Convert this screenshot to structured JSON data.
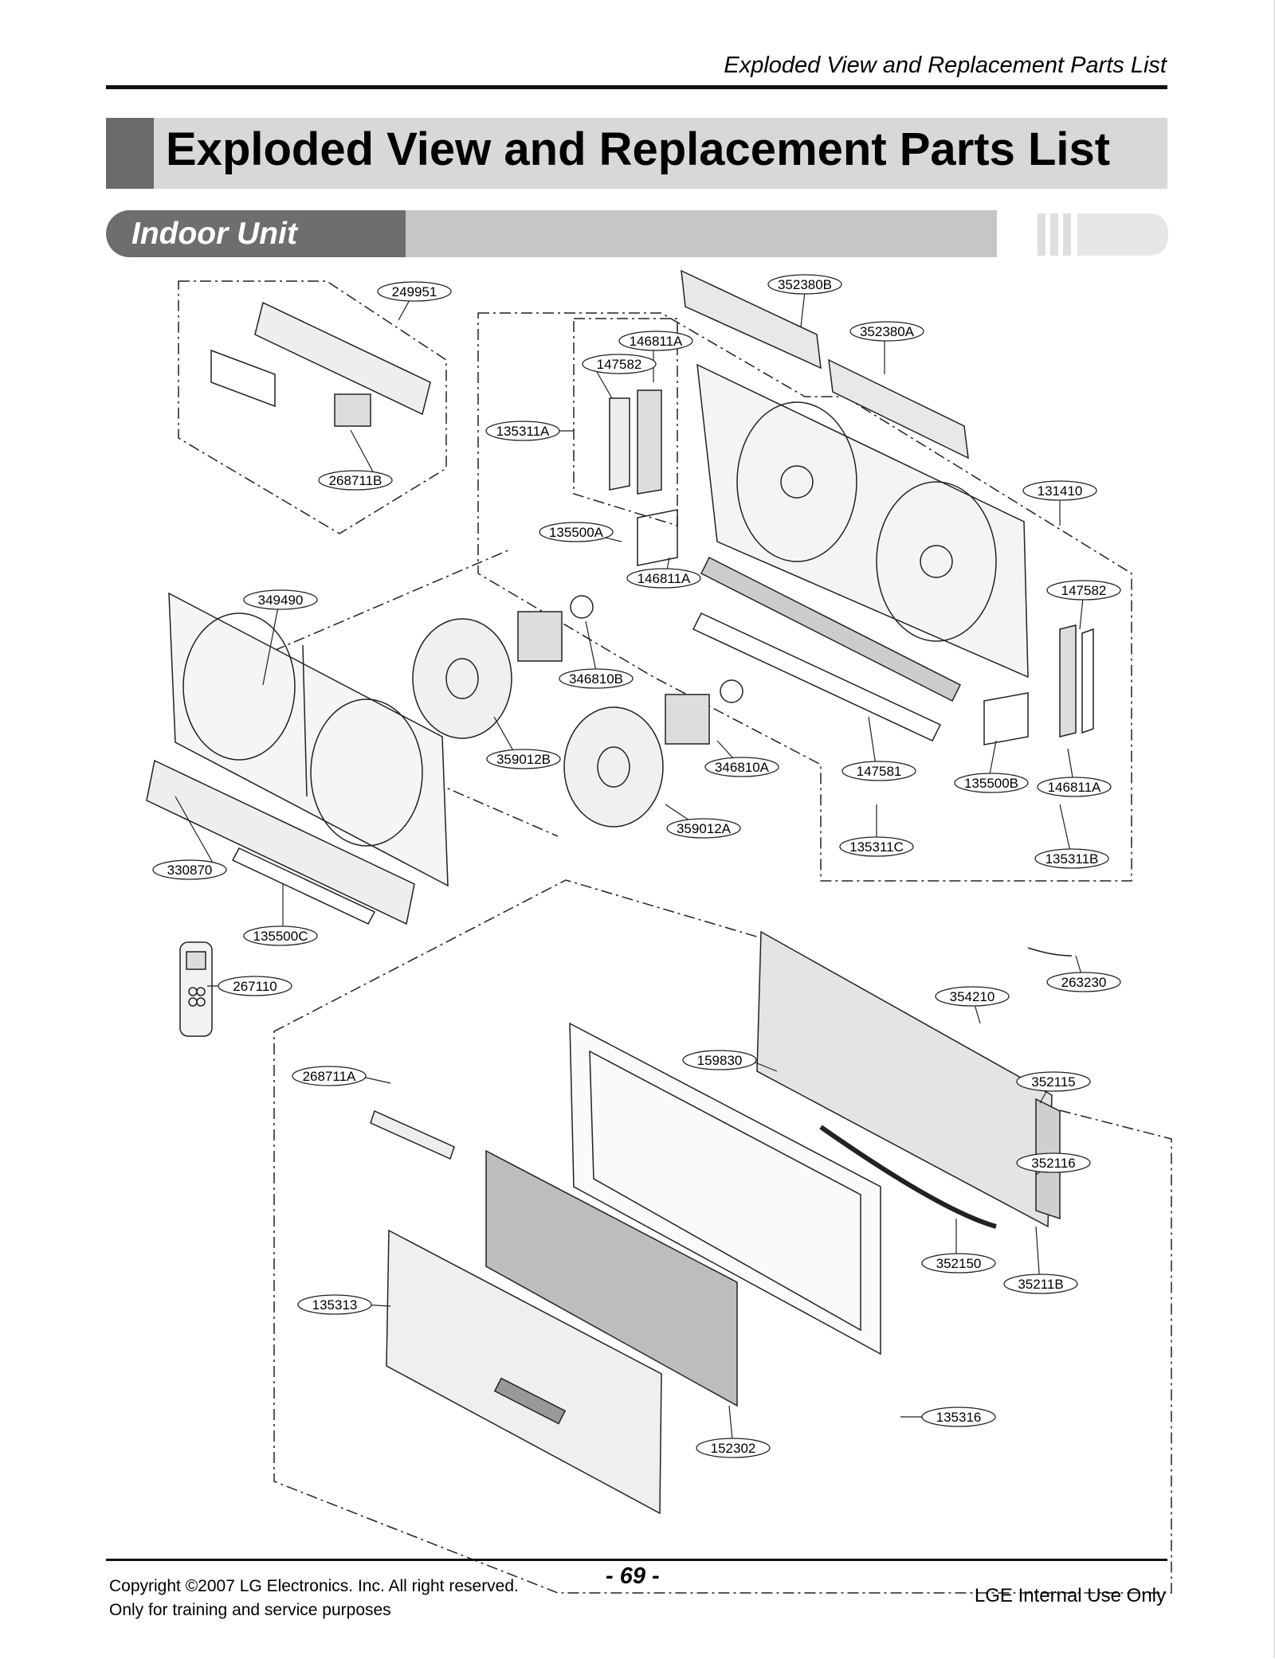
{
  "header": {
    "running_title": "Exploded View and Replacement Parts List"
  },
  "title": "Exploded View and Replacement Parts List",
  "section": "Indoor Unit",
  "diagram": {
    "part_labels": [
      "249951",
      "268711B",
      "352380B",
      "352380A",
      "146811A",
      "147582",
      "135311A",
      "131410",
      "135500A",
      "146811A",
      "349490",
      "147582",
      "346810B",
      "359012B",
      "346810A",
      "147581",
      "135500B",
      "146811A",
      "359012A",
      "135311C",
      "135311B",
      "330870",
      "135500C",
      "267110",
      "263230",
      "354210",
      "268711A",
      "159830",
      "352115",
      "352116",
      "352150",
      "35211B",
      "135313",
      "152302",
      "135316"
    ]
  },
  "footer": {
    "copyright": "Copyright ©2007 LG Electronics. Inc. All right reserved.",
    "purpose": "Only for training and service purposes",
    "page_number": "- 69 -",
    "internal": "LGE Internal Use Only"
  },
  "colors": {
    "title_band": "#d8d8d8",
    "title_accent": "#6a6a6a",
    "section_dark": "#6e6e6e",
    "section_light": "#c6c6c6"
  }
}
